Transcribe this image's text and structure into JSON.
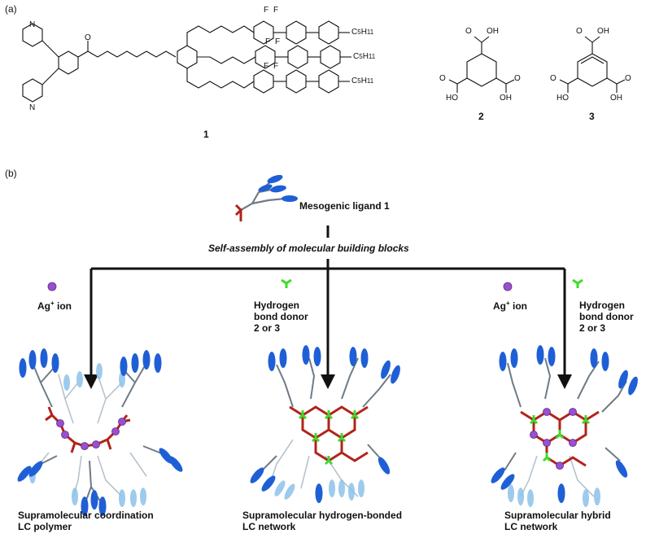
{
  "panel_a": {
    "label": "(a)",
    "compound_1": {
      "number": "1",
      "atoms": {
        "N": "N",
        "O": "O",
        "F": "F",
        "alkyl_prefix": "C",
        "alkyl_sub": "5",
        "alkyl_suffix": "H",
        "alkyl_sub2": "11"
      }
    },
    "compound_2": {
      "number": "2",
      "groups": [
        "OH",
        "HO",
        "OH",
        "O",
        "O",
        "O"
      ]
    },
    "compound_3": {
      "number": "3",
      "groups": [
        "OH",
        "HO",
        "OH",
        "O",
        "O",
        "O"
      ]
    }
  },
  "panel_b": {
    "label": "(b)",
    "ligand_caption": "Mesogenic ligand 1",
    "process_caption": "Self-assembly of molecular building blocks",
    "ag_ion_1": {
      "text": "Ag",
      "sup": "+",
      "rest": " ion"
    },
    "donor_1": [
      "Hydrogen",
      "bond donor",
      "2 or 3"
    ],
    "ag_ion_2": {
      "text": "Ag",
      "sup": "+",
      "rest": " ion"
    },
    "donor_2": [
      "Hydrogen",
      "bond donor",
      "2 or 3"
    ],
    "results": [
      {
        "line1": "Supramolecular coordination",
        "line2": "LC polymer"
      },
      {
        "line1": "Supramolecular hydrogen-bonded",
        "line2": "LC network"
      },
      {
        "line1": "Supramolecular hybrid",
        "line2": "LC network"
      }
    ]
  },
  "colors": {
    "mesogen_blue": "#1f5fd6",
    "mesogen_light_blue": "#8cc2ea",
    "linker_gray": "#6e7b86",
    "core_red": "#b0241b",
    "donor_green": "#3ddc2a",
    "ag_purple": "#9b4fd0"
  }
}
